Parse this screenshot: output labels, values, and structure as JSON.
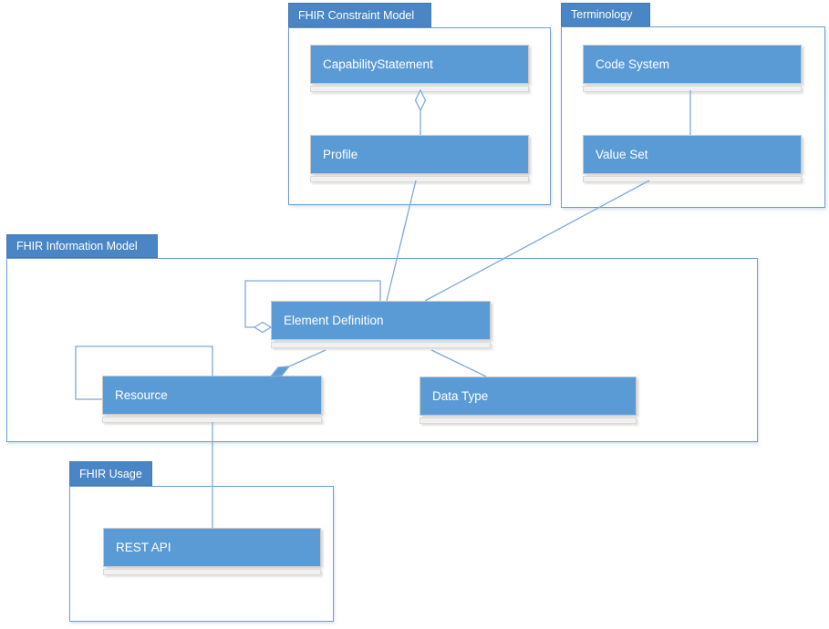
{
  "packages": {
    "constraint_model": {
      "label": "FHIR Constraint Model"
    },
    "terminology": {
      "label": "Terminology"
    },
    "information_model": {
      "label": "FHIR Information Model"
    },
    "usage": {
      "label": "FHIR Usage"
    }
  },
  "nodes": {
    "capability_statement": {
      "label": "CapabilityStatement",
      "package": "FHIR Constraint Model"
    },
    "profile": {
      "label": "Profile",
      "package": "FHIR Constraint Model"
    },
    "code_system": {
      "label": "Code System",
      "package": "Terminology"
    },
    "value_set": {
      "label": "Value Set",
      "package": "Terminology"
    },
    "element_definition": {
      "label": "Element Definition",
      "package": "FHIR Information Model"
    },
    "resource": {
      "label": "Resource",
      "package": "FHIR Information Model"
    },
    "data_type": {
      "label": "Data Type",
      "package": "FHIR Information Model"
    },
    "rest_api": {
      "label": "REST API",
      "package": "FHIR Usage"
    }
  },
  "edges": [
    {
      "source": "CapabilityStatement",
      "target": "Profile",
      "type": "aggregation",
      "diamond": "open",
      "diamond_at": "CapabilityStatement"
    },
    {
      "source": "Code System",
      "target": "Value Set",
      "type": "association"
    },
    {
      "source": "Profile",
      "target": "Element Definition",
      "type": "association"
    },
    {
      "source": "Value Set",
      "target": "Element Definition",
      "type": "association"
    },
    {
      "source": "Element Definition",
      "target": "Element Definition",
      "type": "self-aggregation",
      "diamond": "open",
      "diamond_at": "Element Definition"
    },
    {
      "source": "Element Definition",
      "target": "Resource",
      "type": "composition",
      "diamond": "filled",
      "diamond_at": "Resource"
    },
    {
      "source": "Element Definition",
      "target": "Data Type",
      "type": "association"
    },
    {
      "source": "Resource",
      "target": "Resource",
      "type": "self-association"
    },
    {
      "source": "Resource",
      "target": "REST API",
      "type": "association"
    }
  ],
  "colors": {
    "node_fill": "#5B9BD5",
    "package_tab_fill": "#4A86C5",
    "package_border": "#6D9CCF",
    "connector_stroke": "#7FA9D8",
    "compartment_strip_fill": "#F2F1F0",
    "label_text": "#FFFFFF"
  }
}
